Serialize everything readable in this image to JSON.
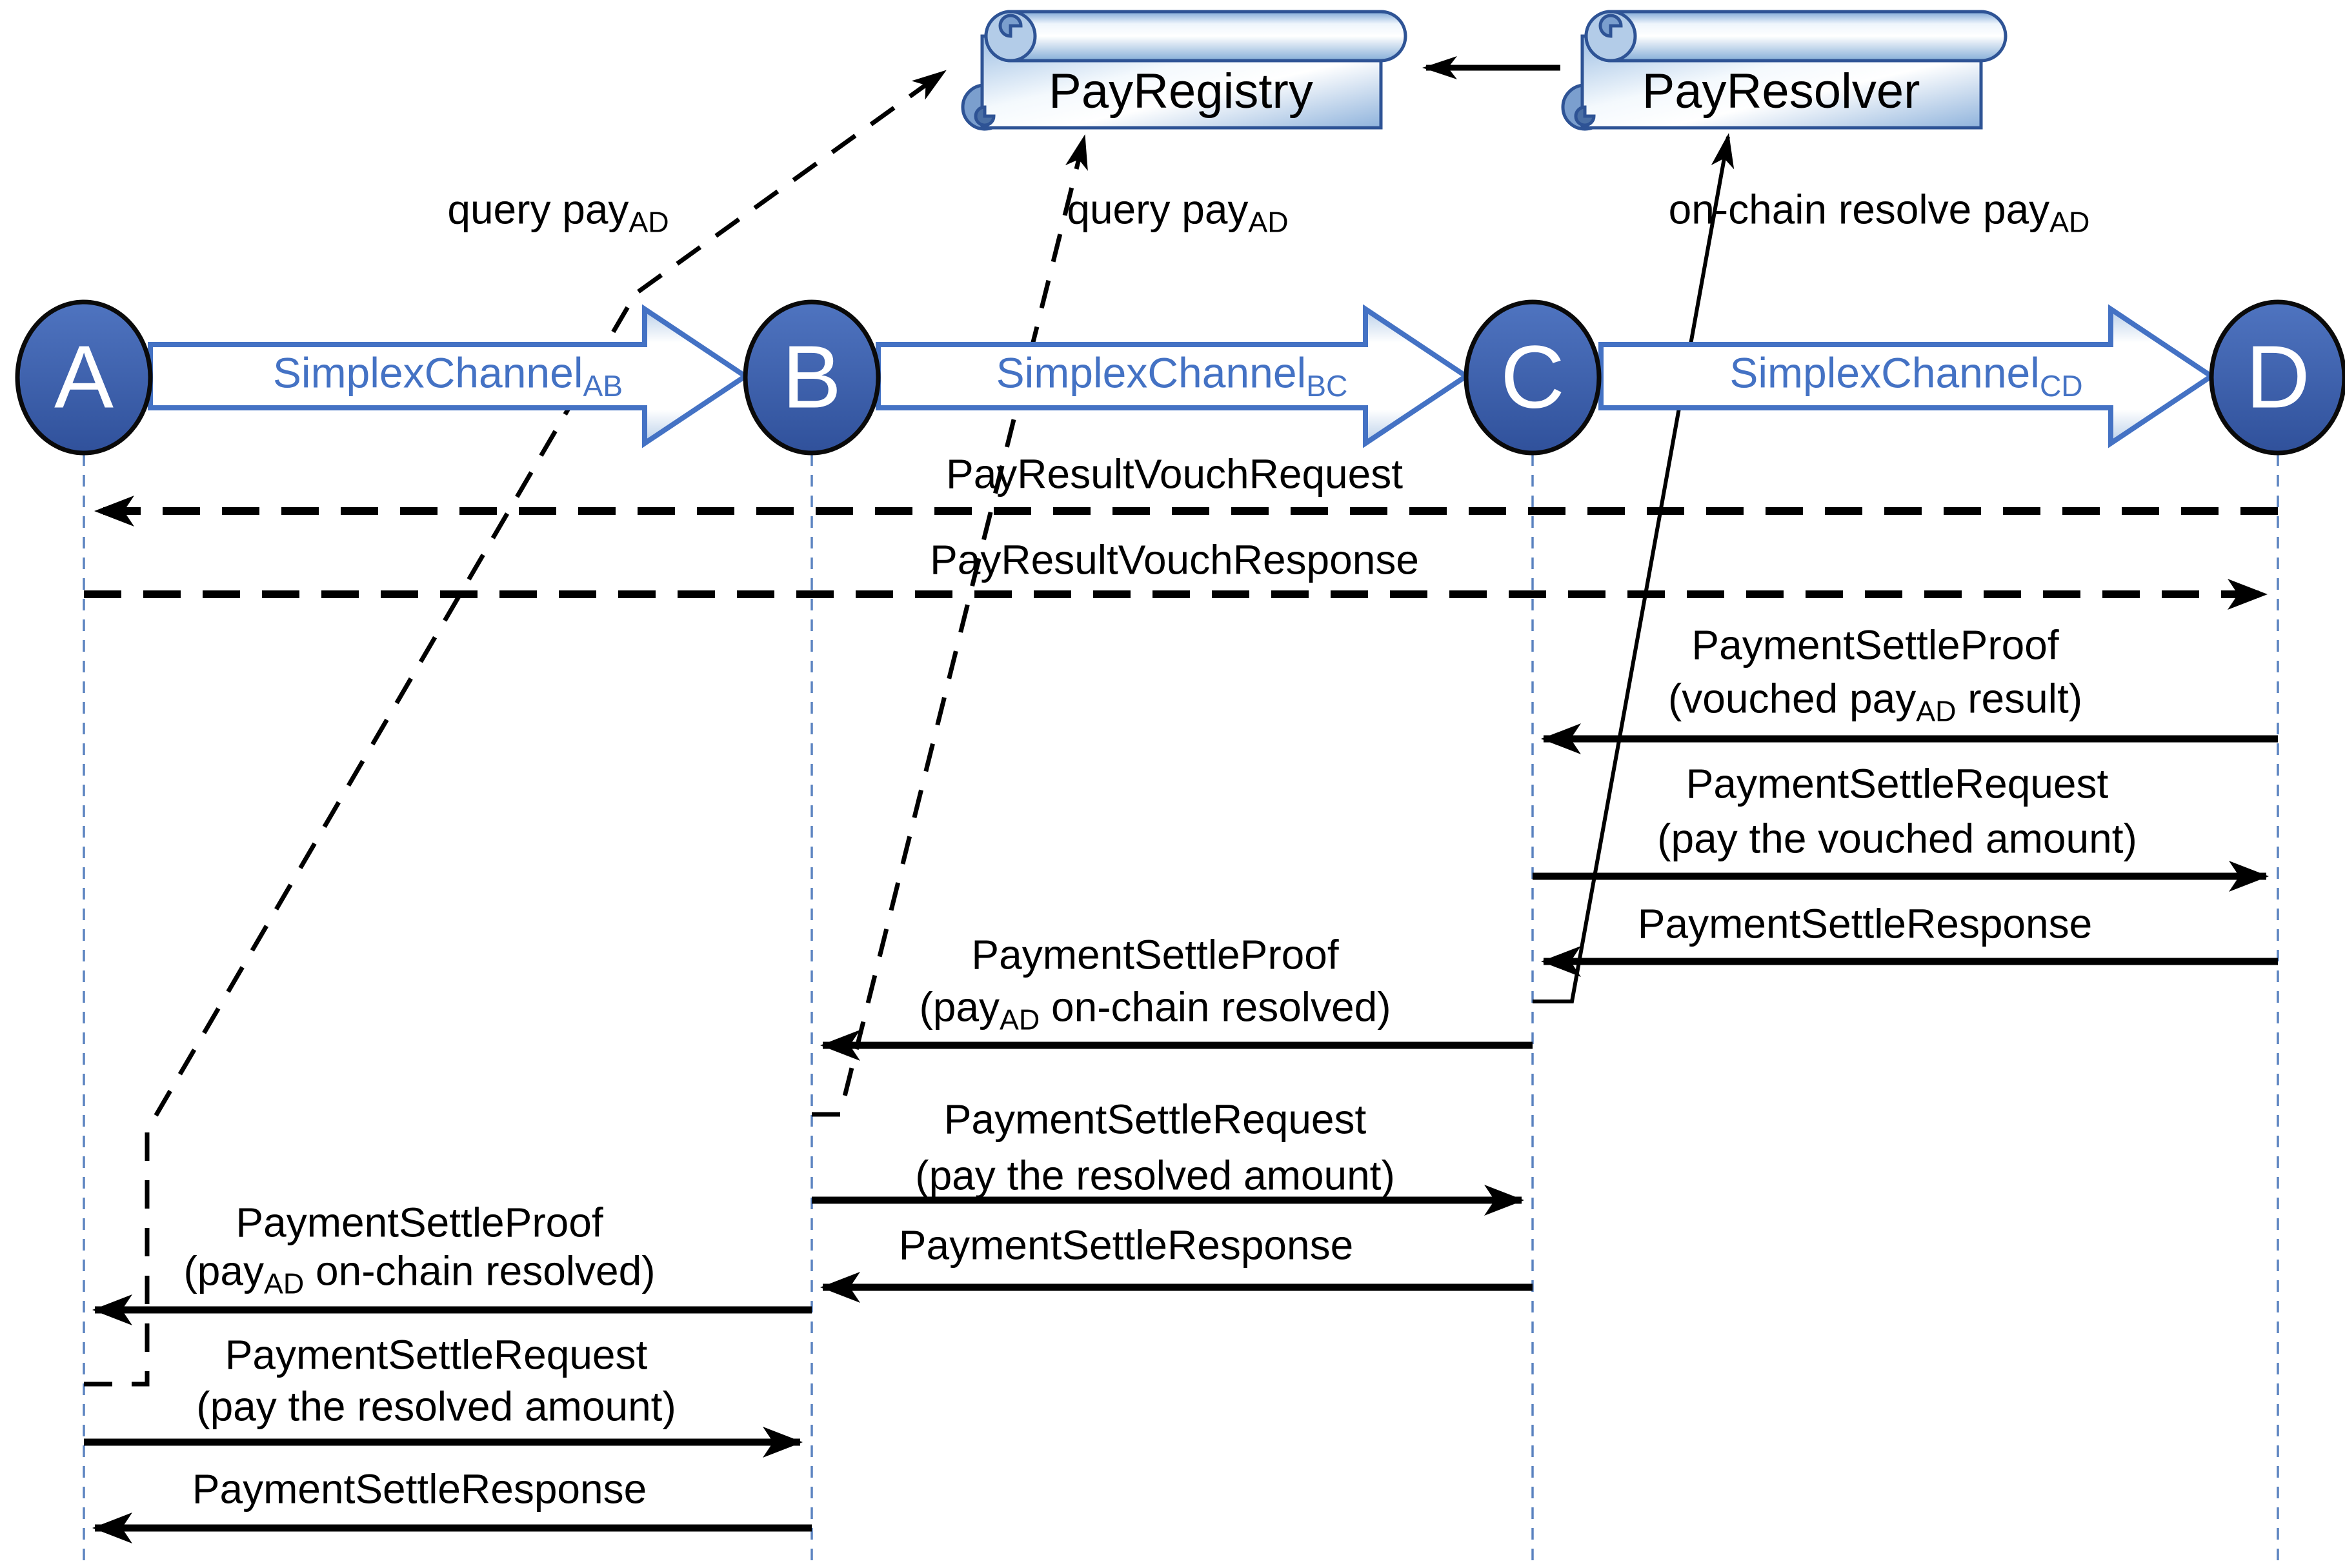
{
  "scrolls": {
    "registry": "PayRegistry",
    "resolver": "PayResolver"
  },
  "nodes": {
    "a": "A",
    "b": "B",
    "c": "C",
    "d": "D"
  },
  "channels": {
    "ab": {
      "base": "SimplexChannel",
      "sub": "AB"
    },
    "bc": {
      "base": "SimplexChannel",
      "sub": "BC"
    },
    "cd": {
      "base": "SimplexChannel",
      "sub": "CD"
    }
  },
  "annotations": {
    "query_left": {
      "pre": "query pay",
      "sub": "AD"
    },
    "query_mid": {
      "pre": "query pay",
      "sub": "AD"
    },
    "resolve": {
      "pre": "on-chain resolve pay",
      "sub": "AD"
    }
  },
  "messages": {
    "vouch_request": "PayResultVouchRequest",
    "vouch_response": "PayResultVouchResponse",
    "cd": {
      "proof1": "PaymentSettleProof",
      "proof2_pre": "(vouched pay",
      "proof2_sub": "AD",
      "proof2_post": " result)",
      "req1": "PaymentSettleRequest",
      "req2": "(pay the vouched amount)",
      "resp": "PaymentSettleResponse"
    },
    "bc": {
      "proof1": "PaymentSettleProof",
      "proof2_pre": "(pay",
      "proof2_sub": "AD",
      "proof2_post": " on-chain resolved)",
      "req1": "PaymentSettleRequest",
      "req2": "(pay the resolved amount)",
      "resp": "PaymentSettleResponse"
    },
    "ab": {
      "proof1": "PaymentSettleProof",
      "proof2_pre": "(pay",
      "proof2_sub": "AD",
      "proof2_post": " on-chain resolved)",
      "req1": "PaymentSettleRequest",
      "req2": "(pay the resolved amount)",
      "resp": "PaymentSettleResponse"
    }
  },
  "colors": {
    "node_fill": "#3b5fad",
    "channel_outline": "#4472c4",
    "channel_text": "#4472c4",
    "scroll_stroke": "#2e5395",
    "lifeline": "#5b83c0",
    "message_line": "#000000"
  }
}
